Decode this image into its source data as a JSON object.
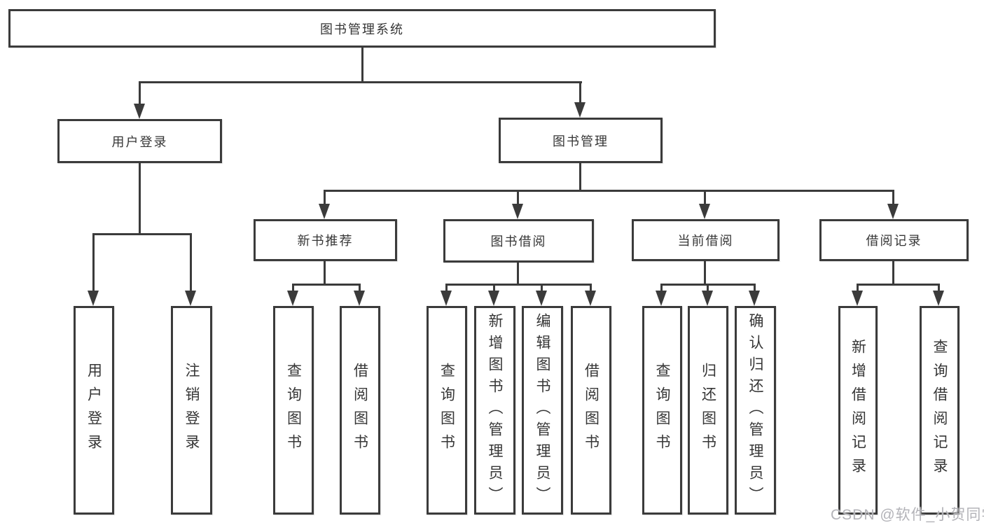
{
  "diagram_title": "图书管理系统",
  "tree": {
    "root": {
      "label": "图书管理系统",
      "children": [
        {
          "label": "用户登录",
          "children": [
            {
              "label": "用户登录"
            },
            {
              "label": "注销登录"
            }
          ]
        },
        {
          "label": "图书管理",
          "children": [
            {
              "label": "新书推荐",
              "children": [
                {
                  "label": "查询图书"
                },
                {
                  "label": "借阅图书"
                }
              ]
            },
            {
              "label": "图书借阅",
              "children": [
                {
                  "label": "查询图书"
                },
                {
                  "label": "新增图书（管理员）"
                },
                {
                  "label": "编辑图书（管理员）"
                },
                {
                  "label": "借阅图书"
                }
              ]
            },
            {
              "label": "当前借阅",
              "children": [
                {
                  "label": "查询图书"
                },
                {
                  "label": "归还图书"
                },
                {
                  "label": "确认归还（管理员）"
                }
              ]
            },
            {
              "label": "借阅记录",
              "children": [
                {
                  "label": "新增借阅记录"
                },
                {
                  "label": "查询借阅记录"
                }
              ]
            }
          ]
        }
      ]
    }
  },
  "watermark": "CSDN @软件_小贺同学",
  "colors": {
    "line": "#3b3b3b",
    "text": "#363636",
    "background": "#ffffff",
    "watermark": "#b3b3b8"
  }
}
